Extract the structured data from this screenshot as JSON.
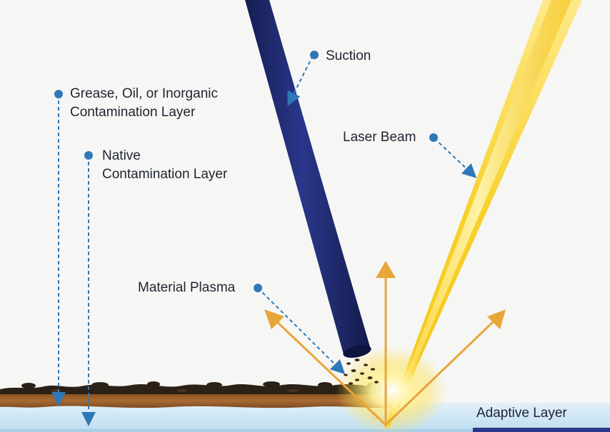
{
  "labels": {
    "grease_line1": "Grease, Oil, or Inorganic",
    "grease_line2": "Contamination Layer",
    "native_line1": "Native",
    "native_line2": "Contamination Layer",
    "suction": "Suction",
    "laser_beam": "Laser Beam",
    "material_plasma": "Material Plasma",
    "adaptive_layer": "Adaptive Layer"
  },
  "colors": {
    "background": "#f6f6f4",
    "suction_tube": "#1f2a6b",
    "laser_beam": "#f5c518",
    "plasma_arrows": "#e8a53a",
    "callout": "#2f78b8",
    "contamination": "#a0622e",
    "grease_layer": "#2b2116",
    "substrate": "#cfe6f4",
    "text": "#1e2430"
  },
  "icons": [
    "callout-dot",
    "arrow-head"
  ]
}
